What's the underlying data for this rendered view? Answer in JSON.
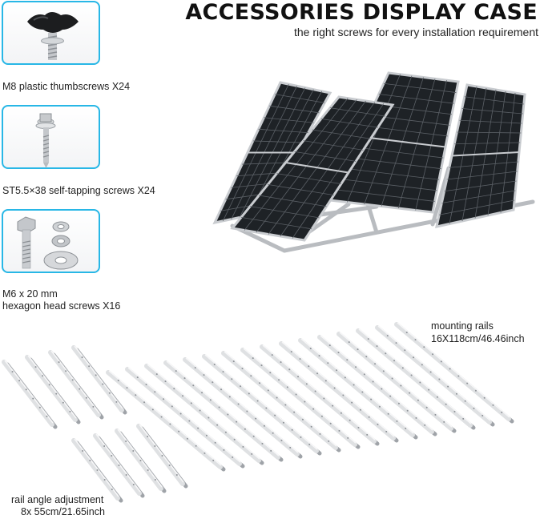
{
  "header": {
    "title": "ACCESSORIES DISPLAY CASE",
    "subtitle": "the right screws for every installation requirement"
  },
  "accessories": [
    {
      "icon": "thumbscrew-icon",
      "label": "M8 plastic thumbscrews X24"
    },
    {
      "icon": "self-tapping-screw-icon",
      "label": "ST5.5×38 self-tapping screws X24"
    },
    {
      "icon": "hex-bolt-icon",
      "label_line1": "M6 x 20 mm",
      "label_line2": "hexagon head screws X16"
    }
  ],
  "mounting_rails": {
    "name": "mounting rails",
    "spec": "16X118cm/46.46inch",
    "count": 16
  },
  "angle_rails": {
    "name": "rail angle adjustment",
    "spec": "8x 55cm/21.65inch",
    "count": 8
  },
  "colors": {
    "accent_border": "#28b7e6",
    "panel_cell": "#1e2226",
    "frame": "#c9ccd0"
  }
}
